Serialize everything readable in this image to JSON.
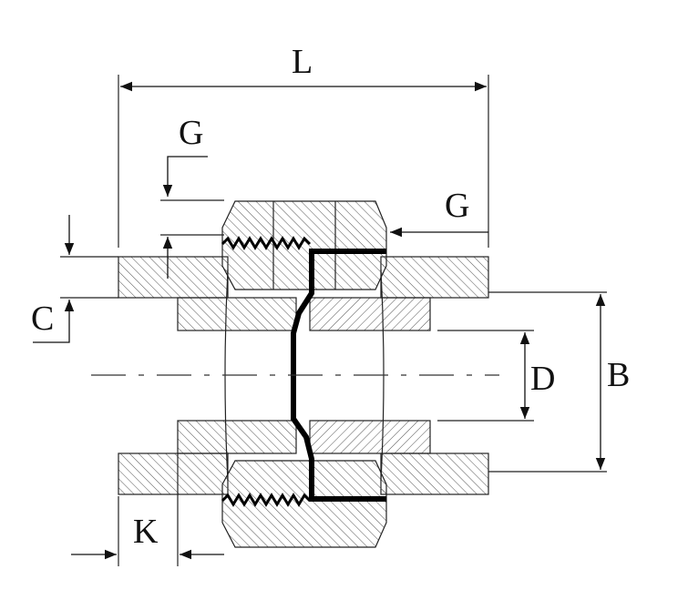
{
  "labels": {
    "L": "L",
    "G_top": "G",
    "G_right": "G",
    "C": "C",
    "D": "D",
    "B": "B",
    "K": "K"
  },
  "colors": {
    "line": "#222222",
    "hatch": "#555555",
    "background": "#ffffff"
  }
}
